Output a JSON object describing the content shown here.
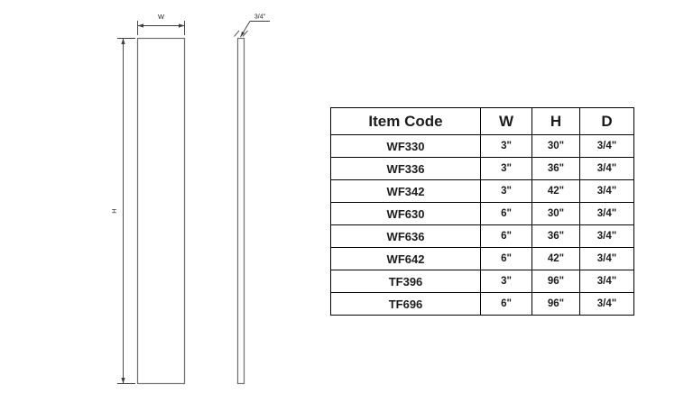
{
  "diagram": {
    "front_view": {
      "width_label": "W",
      "height_label": "H"
    },
    "side_view": {
      "depth_label": "3/4\""
    }
  },
  "table": {
    "headers": [
      "Item Code",
      "W",
      "H",
      "D"
    ],
    "rows": [
      [
        "WF330",
        "3\"",
        "30\"",
        "3/4\""
      ],
      [
        "WF336",
        "3\"",
        "36\"",
        "3/4\""
      ],
      [
        "WF342",
        "3\"",
        "42\"",
        "3/4\""
      ],
      [
        "WF630",
        "6\"",
        "30\"",
        "3/4\""
      ],
      [
        "WF636",
        "6\"",
        "36\"",
        "3/4\""
      ],
      [
        "WF642",
        "6\"",
        "42\"",
        "3/4\""
      ],
      [
        "TF396",
        "3\"",
        "96\"",
        "3/4\""
      ],
      [
        "TF696",
        "6\"",
        "96\"",
        "3/4\""
      ]
    ]
  }
}
